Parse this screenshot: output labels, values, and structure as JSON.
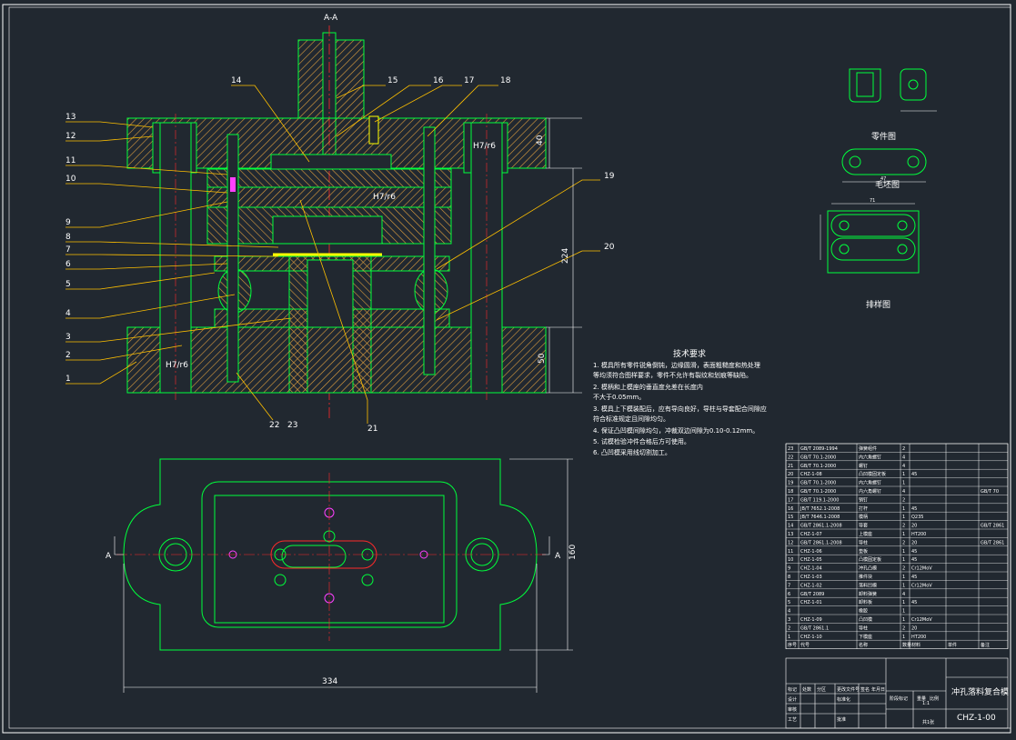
{
  "colors": {
    "background": "#212830",
    "outline": "#00ff3c",
    "hatch": "#f0b050",
    "leader": "#ffc000",
    "dimension": "#ffffff",
    "centerline": "#ff2a2a",
    "magenta": "#ff40ff",
    "yellow": "#ffff00"
  },
  "section_view": {
    "title": "A-A",
    "part_numbers": [
      "1",
      "2",
      "3",
      "4",
      "5",
      "6",
      "7",
      "8",
      "9",
      "10",
      "11",
      "12",
      "13",
      "14",
      "15",
      "16",
      "17",
      "18",
      "19",
      "20",
      "21",
      "22",
      "23"
    ],
    "fits": [
      "H7/r6",
      "H7/r6",
      "H7/r6"
    ],
    "dims": {
      "top_height": "40",
      "total_height": "224",
      "base_height": "50"
    }
  },
  "plan_view": {
    "width_dim": "334",
    "height_dim": "160",
    "section_mark": "A"
  },
  "part_sketches": {
    "part_drawing_label": "零件图",
    "blank_label": "毛坯图",
    "layout_label": "排样图",
    "w1": "47",
    "w2": "71"
  },
  "tech_notes": {
    "heading": "技术要求",
    "lines": [
      "1. 模具所有零件锐角倒钝，边缘圆滑，表面粗糙度和热处理",
      "   等均须符合图样要求，零件不允许有裂纹和划痕等缺陷。",
      "2. 模柄和上模座的垂直度允差在长度内",
      "   不大于0.05mm。",
      "3. 模具上下模装配后，应有导向良好，导柱与导套配合间隙应",
      "   符合标准规定且间隙均匀。",
      "4. 保证凸凹模间隙均匀，冲裁双边间隙为0.10-0.12mm。",
      "5. 试模检验冲件合格后方可使用。",
      "6. 凸凹模采用线切割加工。"
    ]
  },
  "bom": {
    "rows": [
      [
        "23",
        "GB/T 2089-1994",
        "弹簧组件",
        "2",
        "",
        "",
        ""
      ],
      [
        "22",
        "GB/T 70.1-2000",
        "内六角螺钉",
        "4",
        "",
        "",
        ""
      ],
      [
        "21",
        "GB/T 70.1-2000",
        "螺钉",
        "4",
        "",
        "",
        ""
      ],
      [
        "20",
        "CHZ-1-08",
        "凸凹模固定板",
        "1",
        "45",
        "",
        ""
      ],
      [
        "19",
        "GB/T 70.1-2000",
        "内六角螺钉",
        "1",
        "",
        "",
        ""
      ],
      [
        "18",
        "GB/T 70.1-2000",
        "内六角螺钉",
        "4",
        "",
        "",
        "GB/T 70"
      ],
      [
        "17",
        "GB/T 119.1-2000",
        "销钉",
        "2",
        "",
        "",
        ""
      ],
      [
        "16",
        "JB/T 7652.1-2008",
        "打杆",
        "1",
        "45",
        "",
        ""
      ],
      [
        "15",
        "JB/T 7646.1-2008",
        "模柄",
        "1",
        "Q235",
        "",
        ""
      ],
      [
        "14",
        "GB/T 2861.1-2008",
        "导套",
        "2",
        "20",
        "",
        "GB/T 2861"
      ],
      [
        "13",
        "CHZ-1-07",
        "上模座",
        "1",
        "HT200",
        "",
        ""
      ],
      [
        "12",
        "GB/T 2861.1-2008",
        "导柱",
        "2",
        "20",
        "",
        "GB/T 2861"
      ],
      [
        "11",
        "CHZ-1-06",
        "垫板",
        "1",
        "45",
        "",
        ""
      ],
      [
        "10",
        "CHZ-1-05",
        "凸模固定板",
        "1",
        "45",
        "",
        ""
      ],
      [
        "9",
        "CHZ-1-04",
        "冲孔凸模",
        "2",
        "Cr12MoV",
        "",
        ""
      ],
      [
        "8",
        "CHZ-1-03",
        "推件块",
        "1",
        "45",
        "",
        ""
      ],
      [
        "7",
        "CHZ-1-02",
        "落料凹模",
        "1",
        "Cr12MoV",
        "",
        ""
      ],
      [
        "6",
        "GB/T 2089",
        "卸料弹簧",
        "4",
        "",
        "",
        ""
      ],
      [
        "5",
        "CHZ-1-01",
        "卸料板",
        "1",
        "45",
        "",
        ""
      ],
      [
        "4",
        "",
        "橡胶",
        "1",
        "",
        "",
        ""
      ],
      [
        "3",
        "CHZ-1-09",
        "凸凹模",
        "1",
        "Cr12MoV",
        "",
        ""
      ],
      [
        "2",
        "GB/T 2861.1",
        "导柱",
        "2",
        "20",
        "",
        ""
      ],
      [
        "1",
        "CHZ-1-10",
        "下模座",
        "1",
        "HT200",
        "",
        ""
      ]
    ],
    "header": [
      "序号",
      "代号",
      "名称",
      "数量",
      "材料",
      "单件",
      "备注"
    ]
  },
  "title_block": {
    "name": "冲孔落料复合模",
    "drawing_no": "CHZ-1-00",
    "scale": "1:1",
    "sheet": "共1张",
    "cells": [
      "标记",
      "处数",
      "分区",
      "更改文件号",
      "签名",
      "年月日",
      "设计",
      "标准化",
      "审核",
      "工艺",
      "批准",
      "阶段标记",
      "重量",
      "比例"
    ]
  }
}
